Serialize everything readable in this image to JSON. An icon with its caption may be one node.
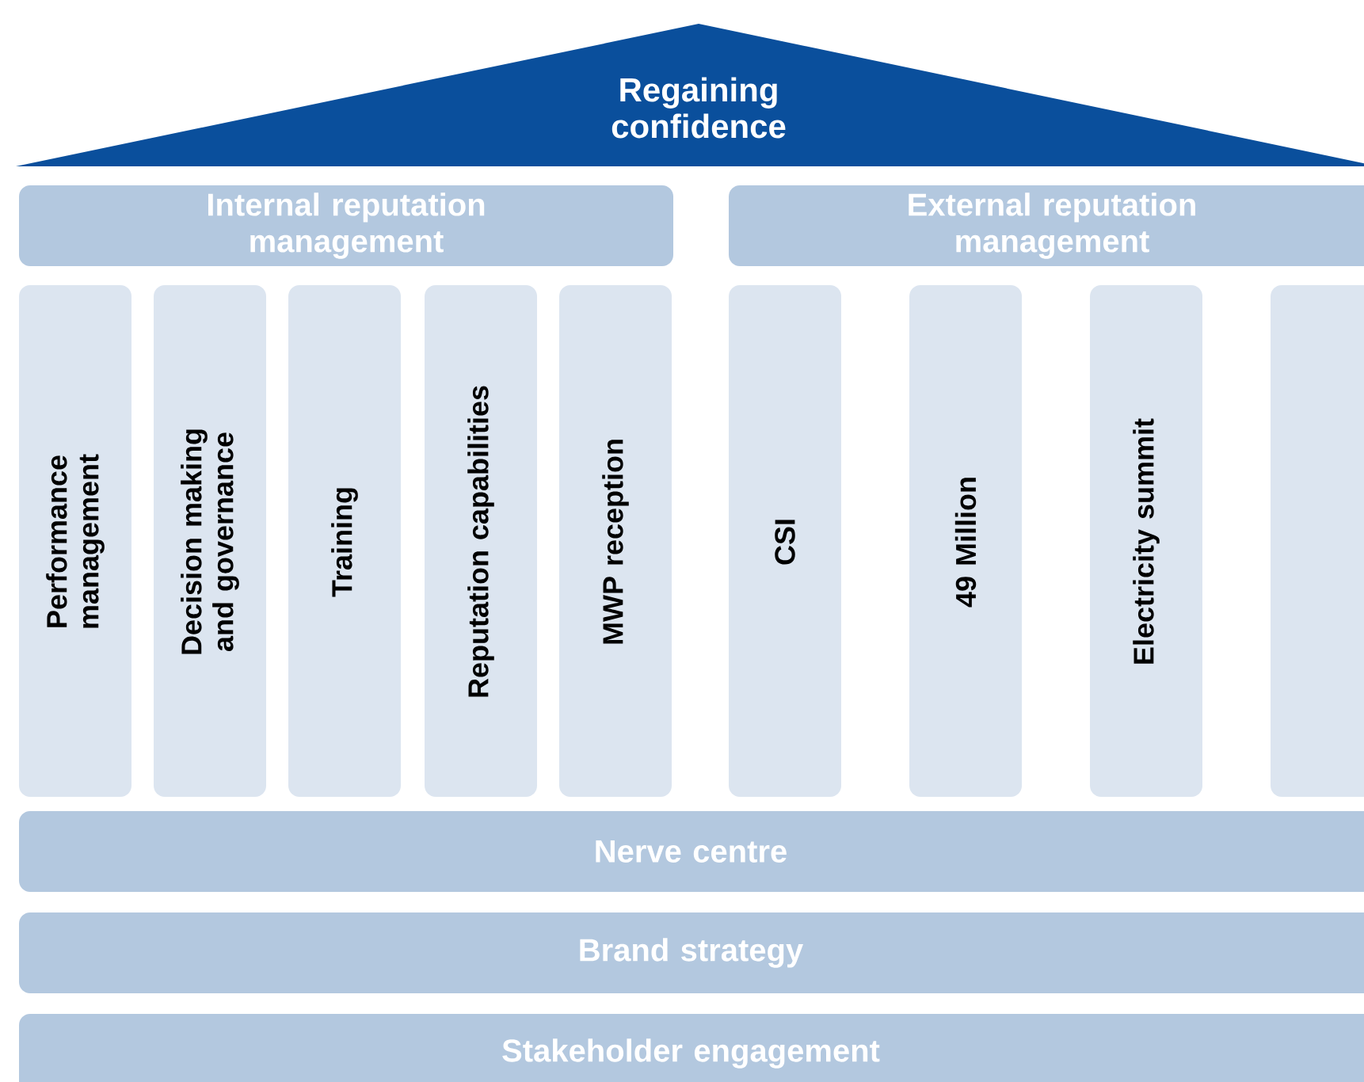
{
  "diagram": {
    "nodes": [
      {
        "text": [
          "Regaining confidence"
        ]
      },
      {
        "text": [
          "Internal reputation management"
        ]
      },
      {
        "text": [
          "External reputation management"
        ]
      },
      {
        "text": [
          "Performance management"
        ]
      },
      {
        "text": [
          "Decision making and governance"
        ]
      },
      {
        "text": [
          "Training"
        ]
      },
      {
        "text": [
          "Reputation capabilities"
        ]
      },
      {
        "text": [
          "MWP reception"
        ]
      },
      {
        "text": [
          "CSI"
        ]
      },
      {
        "text": [
          "49 Million"
        ]
      },
      {
        "text": [
          "Electricity summit"
        ]
      },
      {
        "text": [],
        "shape": "box"
      },
      {
        "text": [
          "Nerve centre"
        ]
      },
      {
        "text": [
          "Brand strategy"
        ]
      },
      {
        "text": [
          "Stakeholder engagement"
        ]
      }
    ]
  }
}
